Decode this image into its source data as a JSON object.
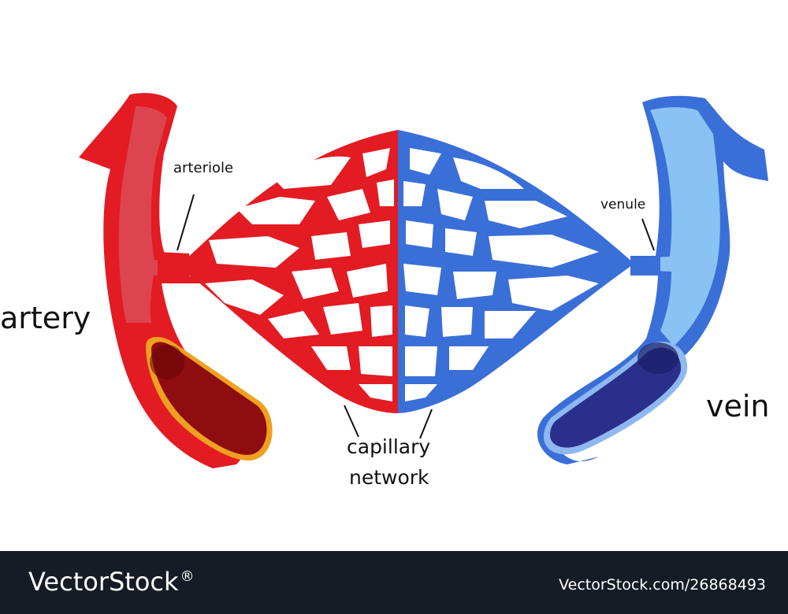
{
  "labels": {
    "artery": "artery",
    "vein": "vein",
    "arteriole": "arteriole",
    "venule": "venule",
    "capillary_line1": "capillary",
    "capillary_line2": "network"
  },
  "colors": {
    "artery_red": "#e31b23",
    "artery_light": "#d9505a",
    "artery_lumen": "#8e0d10",
    "artery_wall": "#f0a020",
    "vein_blue": "#3a6fd8",
    "vein_light": "#7ab8f0",
    "vein_lumen": "#2a2f8c",
    "footer_bg": "#161c26"
  },
  "footer": {
    "brand": "VectorStock",
    "brand_mark": "®",
    "image_url": "VectorStock.com/26868493"
  }
}
